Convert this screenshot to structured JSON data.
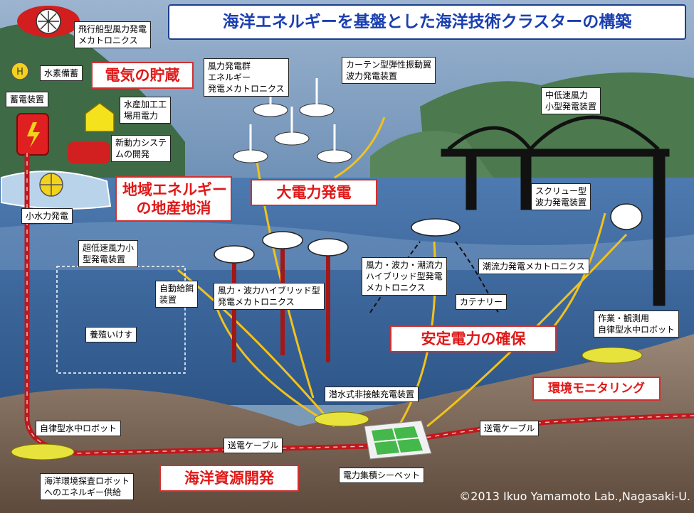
{
  "title": "海洋エネルギーを基盤とした海洋技術クラスターの構築",
  "categories": {
    "storage": "電気の貯蔵",
    "local": "地域エネルギー\nの地産地消",
    "large_power": "大電力発電",
    "stable_power": "安定電力の確保",
    "env_monitoring": "環境モニタリング",
    "resource_dev": "海洋資源開発"
  },
  "labels": {
    "airship": "飛行船型風力発電\nメカトロニクス",
    "hydrogen": "水素備蓄",
    "battery": "蓄電装置",
    "fish_factory": "水産加工工\n場用電力",
    "new_power": "新動力システ\nムの開発",
    "micro_hydro": "小水力発電",
    "wind_group": "風力発電群\nエネルギー\n発電メカトロニクス",
    "curtain": "カーテン型弾性振動翼\n波力発電装置",
    "mid_low_wind": "中低速風力\n小型発電装置",
    "screw_wave": "スクリュー型\n波力発電装置",
    "ultra_low_wind": "超低速風力小\n型発電装置",
    "auto_feed": "自動給餌\n装置",
    "fish_pen": "養殖いけす",
    "wind_wave_hybrid": "風力・波力ハイブリッド型\n発電メカトロニクス",
    "triple_hybrid": "風力・波力・潮流力\nハイブリッド型発電\nメカトロニクス",
    "catenary": "カテナリー",
    "tidal": "潮流力発電メカトロニクス",
    "work_robot": "作業・観測用\n自律型水中ロボット",
    "contactless_charge": "潜水式非接触充電装置",
    "auv": "自律型水中ロボット",
    "cable_left": "送電ケーブル",
    "cable_right": "送電ケーブル",
    "power_sheet": "電力集積シーベット",
    "explore_robot": "海洋環境探査ロボット\nへのエネルギー供給"
  },
  "copyright": "©2013 Ikuo Yamamoto Lab.,Nagasaki-U.",
  "colors": {
    "sky": "#7f9fc0",
    "sea": "#3f6ea6",
    "seabed": "#8a7565",
    "cable": "#c0181c",
    "connector": "#f2c21c",
    "title_text": "#1a3fb0",
    "category_text": "#e01818"
  }
}
